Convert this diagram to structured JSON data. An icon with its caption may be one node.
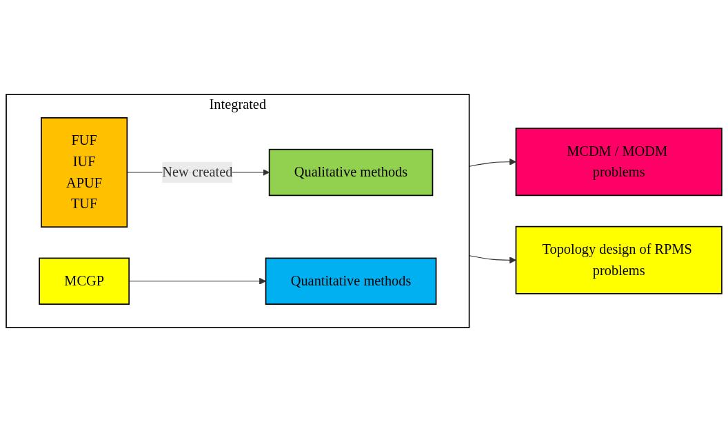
{
  "diagram": {
    "nodes": [
      {
        "text": [
          "Integrated"
        ]
      },
      {
        "text": [
          "FUF",
          "IUF",
          "APUF",
          "TUF"
        ],
        "in": 0
      },
      {
        "text": [
          "Qualitative methods"
        ],
        "in": 0
      },
      {
        "text": [
          "MCGP"
        ],
        "in": 0
      },
      {
        "text": [
          "Quantitative methods"
        ],
        "in": 0
      },
      {
        "text": [
          "MCDM / MODM problems"
        ]
      },
      {
        "text": [
          "Topology design of RPMS problems"
        ]
      }
    ],
    "edges": [
      {
        "from": 1,
        "to": 2,
        "arrow": "to",
        "label": "New created"
      },
      {
        "from": 3,
        "to": 4,
        "arrow": "to"
      },
      {
        "from": 0,
        "to": 5,
        "arrow": "to"
      },
      {
        "from": 0,
        "to": 6,
        "arrow": "to"
      }
    ]
  }
}
